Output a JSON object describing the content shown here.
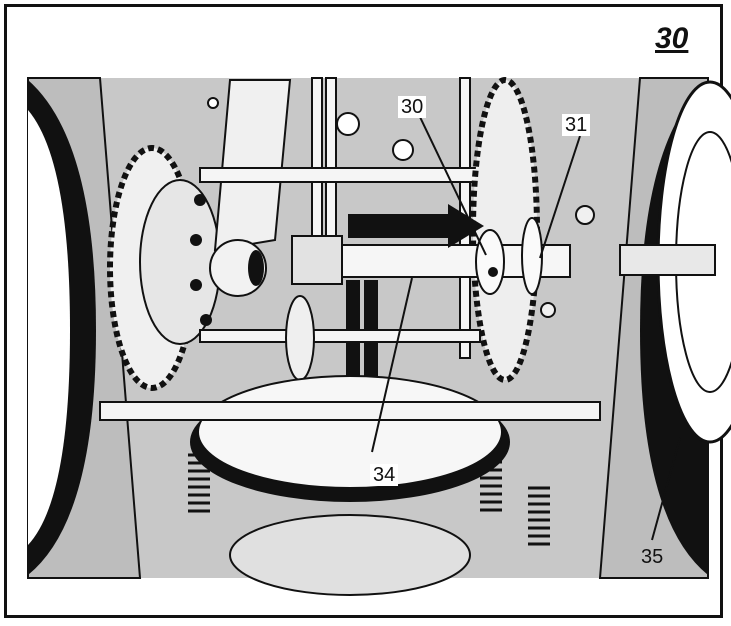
{
  "figure": {
    "number": "30"
  },
  "callouts": [
    {
      "id": "c30",
      "label": "30"
    },
    {
      "id": "c31",
      "label": "31"
    },
    {
      "id": "c34",
      "label": "34"
    },
    {
      "id": "c35",
      "label": "35"
    }
  ],
  "colors": {
    "ink": "#111111",
    "housing": "#c8c8c8",
    "metal_light": "#efefef",
    "background": "#ffffff"
  }
}
